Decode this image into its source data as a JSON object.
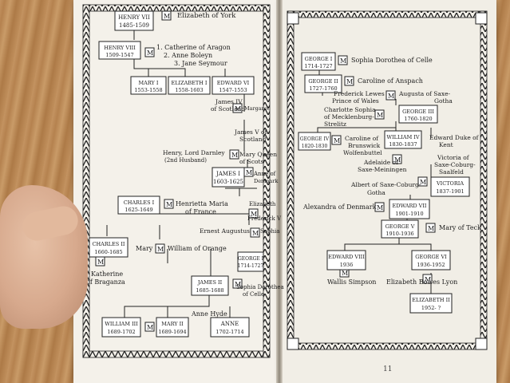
{
  "left_page": {
    "henry7": {
      "l1": "HENRY VII",
      "l2": "1485-1509"
    },
    "elizabeth_york": "Elizabeth of York",
    "henry8": {
      "l1": "HENRY VIII",
      "l2": "1509-1547"
    },
    "wives": [
      "1. Catherine of Aragon",
      "2. Anne Boleyn",
      "3. Jane Seymour"
    ],
    "mary1": {
      "l1": "MARY I",
      "l2": "1553-1558"
    },
    "elizabeth1": {
      "l1": "ELIZABETH I",
      "l2": "1558-1603"
    },
    "edward6": {
      "l1": "EDWARD VI",
      "l2": "1547-1553"
    },
    "margaret": "Margaret",
    "james4": [
      "James IV",
      "of Scotland"
    ],
    "james5": [
      "James V of",
      "Scotland"
    ],
    "darnley": [
      "Henry, Lord Darnley",
      "(2nd Husband)"
    ],
    "mary_scots": [
      "Mary Queen",
      "of Scots"
    ],
    "james1": {
      "l1": "JAMES I",
      "l2": "1603-1625"
    },
    "anne_denmark": [
      "Anne of",
      "Denmark"
    ],
    "charles1": {
      "l1": "CHARLES I",
      "l2": "1625-1649"
    },
    "henrietta": [
      "Henrietta Maria",
      "of France"
    ],
    "elizabeth": "Elizabeth",
    "frederick": "Frederick V",
    "ernest": "Ernest Augustus",
    "sophia": "Sophia",
    "charles2": {
      "l1": "CHARLES II",
      "l2": "1660-1685"
    },
    "mary_william": [
      "Mary",
      "William of Orange"
    ],
    "george1": {
      "l1": "GEORGE I",
      "l2": "1714-1727"
    },
    "katherine": [
      "Katherine",
      "of Braganza"
    ],
    "james2": {
      "l1": "JAMES II",
      "l2": "1685-1688"
    },
    "sophia_dorothea": [
      "Sophia Dorothea",
      "of Celle"
    ],
    "anne_hyde": "Anne Hyde",
    "william3": {
      "l1": "WILLIAM III",
      "l2": "1689-1702"
    },
    "mary2": {
      "l1": "MARY II",
      "l2": "1689-1694"
    },
    "anne": {
      "l1": "ANNE",
      "l2": "1702-1714"
    },
    "m": "M"
  },
  "right_page": {
    "george1": {
      "l1": "GEORGE I",
      "l2": "1714-1727"
    },
    "sophia_dorothea": "Sophia Dorothea of Celle",
    "george2": {
      "l1": "GEORGE II",
      "l2": "1727-1760"
    },
    "caroline_anspach": "Caroline of Anspach",
    "frederick": [
      "Frederick Lewes",
      "Prince of Wales"
    ],
    "augusta": [
      "Augusta of Saxe-",
      "Gotha"
    ],
    "charlotte": [
      "Charlotte Sophia",
      "of Mecklenburg-",
      "Strelitz"
    ],
    "george3": {
      "l1": "GEORGE III",
      "l2": "1760-1820"
    },
    "george4": {
      "l1": "GEORGE IV",
      "l2": "1820-1830"
    },
    "caroline_brunswick": [
      "Caroline of",
      "Brunswick",
      "Wolfenbuttel"
    ],
    "william4": {
      "l1": "WILLIAM IV",
      "l2": "1830-1837"
    },
    "edward_kent": [
      "Edward Duke of",
      "Kent"
    ],
    "adelaide": [
      "Adelaide of",
      "Saxe-Meiningen"
    ],
    "victoria_saxe": [
      "Victoria of",
      "Saxe-Coburg-",
      "Saalfeld"
    ],
    "albert": [
      "Albert of Saxe-Coburg-",
      "Gotha"
    ],
    "victoria": {
      "l1": "VICTORIA",
      "l2": "1837-1901"
    },
    "alexandra": "Alexandra of Denmark",
    "edward7": {
      "l1": "EDWARD VII",
      "l2": "1901-1910"
    },
    "george5": {
      "l1": "GEORGE V",
      "l2": "1910-1936"
    },
    "mary_teck": "Mary of Teck",
    "edward8": {
      "l1": "EDWARD VIII",
      "l2": "1936"
    },
    "george6": {
      "l1": "GEORGE VI",
      "l2": "1936-1952"
    },
    "wallis": "Wallis Simpson",
    "elizabeth_bowes": "Elizabeth Bowes Lyon",
    "elizabeth2": {
      "l1": "ELIZABETH II",
      "l2": "1952- ?"
    },
    "m": "M",
    "page_number": "11"
  }
}
